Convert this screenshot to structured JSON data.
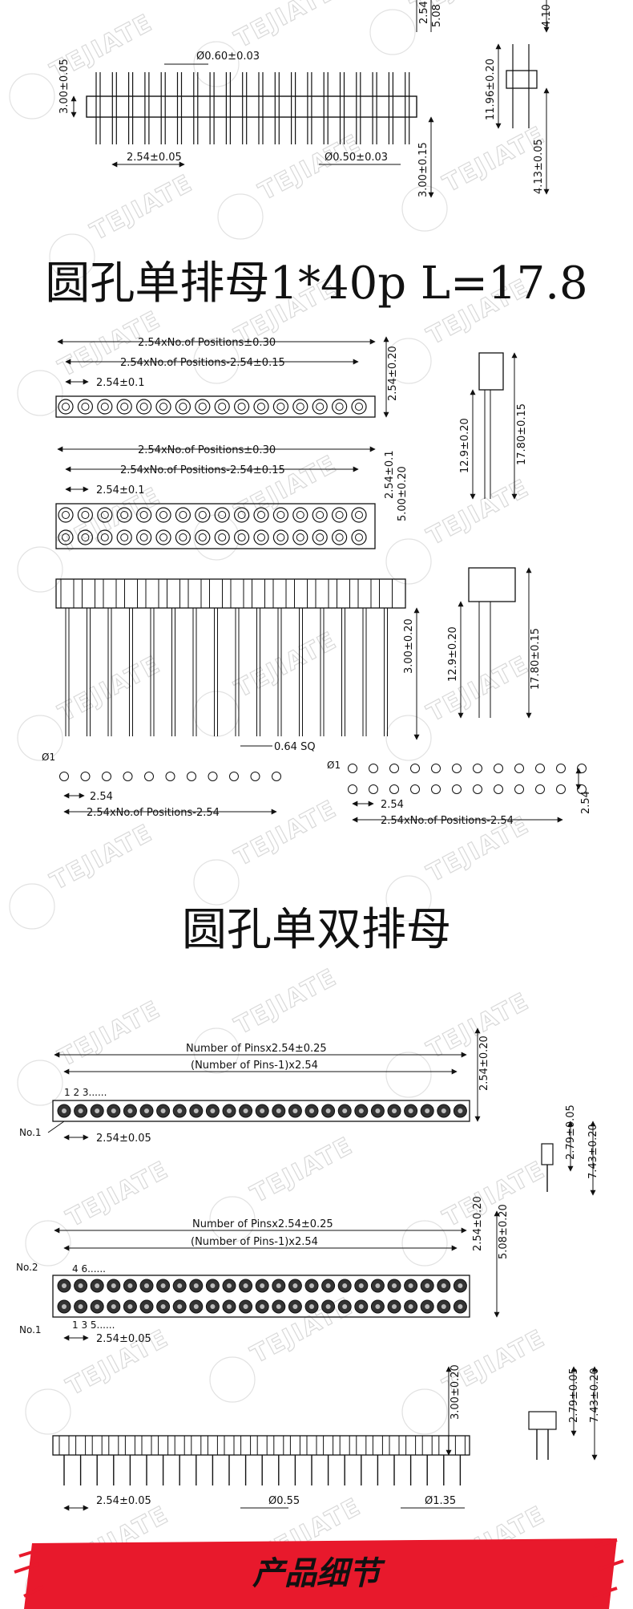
{
  "watermark": {
    "brand": "TEJIATE"
  },
  "section1": {
    "dims": {
      "height_left": "3.00±0.05",
      "pin_dia_top": "Ø0.60±0.03",
      "pitch": "2.54±0.05",
      "pin_dia_bottom": "Ø0.50±0.03",
      "right_a": "2.54",
      "right_b": "5.08",
      "right_c": "3.00±0.15",
      "side_top": "4.10",
      "side_body": "11.96±0.20",
      "side_bottom": "4.13±0.05"
    }
  },
  "title1": "圆孔单排母1*40p L=17.8",
  "section2": {
    "dims": {
      "overall": "2.54xNo.of Positions±0.30",
      "inner": "2.54xNo.of Positions-2.54±0.15",
      "pitch": "2.54±0.1",
      "row_height": "2.54±0.20",
      "row_pitch": "2.54±0.1",
      "double_height": "5.00±0.20",
      "side_pin": "12.9±0.20",
      "side_total": "17.80±0.15",
      "pin_length": "3.00±0.20",
      "pin_sq": "0.64 SQ",
      "hole_pitch": "2.54",
      "hole_span": "2.54xNo.of Positions-2.54",
      "row_gap": "2.54",
      "dia_mark": "Ø1"
    }
  },
  "title2": "圆孔单双排母",
  "section3": {
    "dims": {
      "overall": "Number of Pinsx2.54±0.25",
      "inner": "(Number of Pins-1)x2.54",
      "pitch": "2.54±0.05",
      "height_single": "2.54±0.20",
      "height_double": "5.08±0.20",
      "side_a": "2.79±0.05",
      "side_b": "7.43±0.20",
      "pin_label_1": "No.1",
      "pin_label_2": "No.2",
      "seq_odd": "1  3  5......",
      "seq_even": "4  6......",
      "seq_single": "1  2  3......",
      "height_front": "3.00±0.20",
      "pin_dia_small": "Ø0.55",
      "pin_dia_large": "Ø1.35"
    }
  },
  "banner": {
    "text": "产品细节",
    "color": "#e8192c"
  }
}
